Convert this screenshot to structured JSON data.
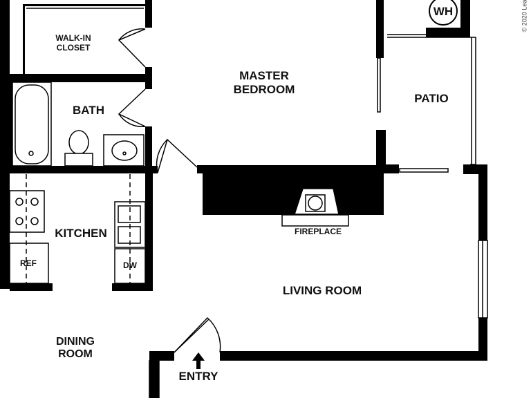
{
  "rooms": {
    "walk_in_closet": "WALK-IN\nCLOSET",
    "master_bedroom": "MASTER\nBEDROOM",
    "bath": "BATH",
    "patio": "PATIO",
    "kitchen": "KITCHEN",
    "living_room": "LIVING ROOM",
    "dining_room": "DINING\nROOM"
  },
  "fixtures": {
    "water_heater": "WH",
    "fireplace": "FIREPLACE",
    "refrigerator": "REF",
    "dishwasher": "DW"
  },
  "entry": "ENTRY",
  "copyright": "© 2020 Lea"
}
